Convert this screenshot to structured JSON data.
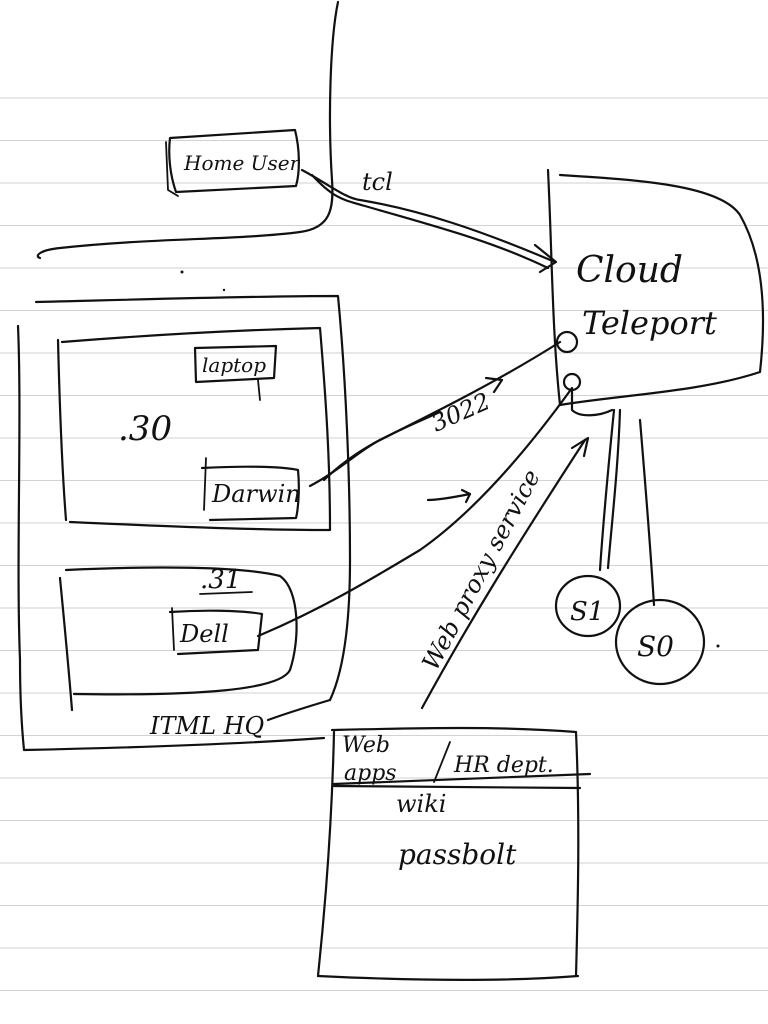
{
  "nodes": {
    "home_user": "Home User",
    "tcl_label": "tcl",
    "cloud_teleport_line1": "Cloud",
    "cloud_teleport_line2": "Teleport",
    "laptop": "laptop",
    "ip_30": ".30",
    "ip_31": ".31",
    "darwin": "Darwin",
    "dell": "Dell",
    "itml_hq": "ITML HQ",
    "port_3022": "3022",
    "web_proxy_service": "Web proxy service",
    "s1": "S1",
    "s0": "S0",
    "web_apps_line1": "Web",
    "web_apps_line2": "apps",
    "hr_dept": "HR dept.",
    "wiki": "wiki",
    "passbolt": "passbolt"
  },
  "colors": {
    "ink": "#111111",
    "paper": "#ffffff",
    "rule_line": "#d2d2d2"
  }
}
